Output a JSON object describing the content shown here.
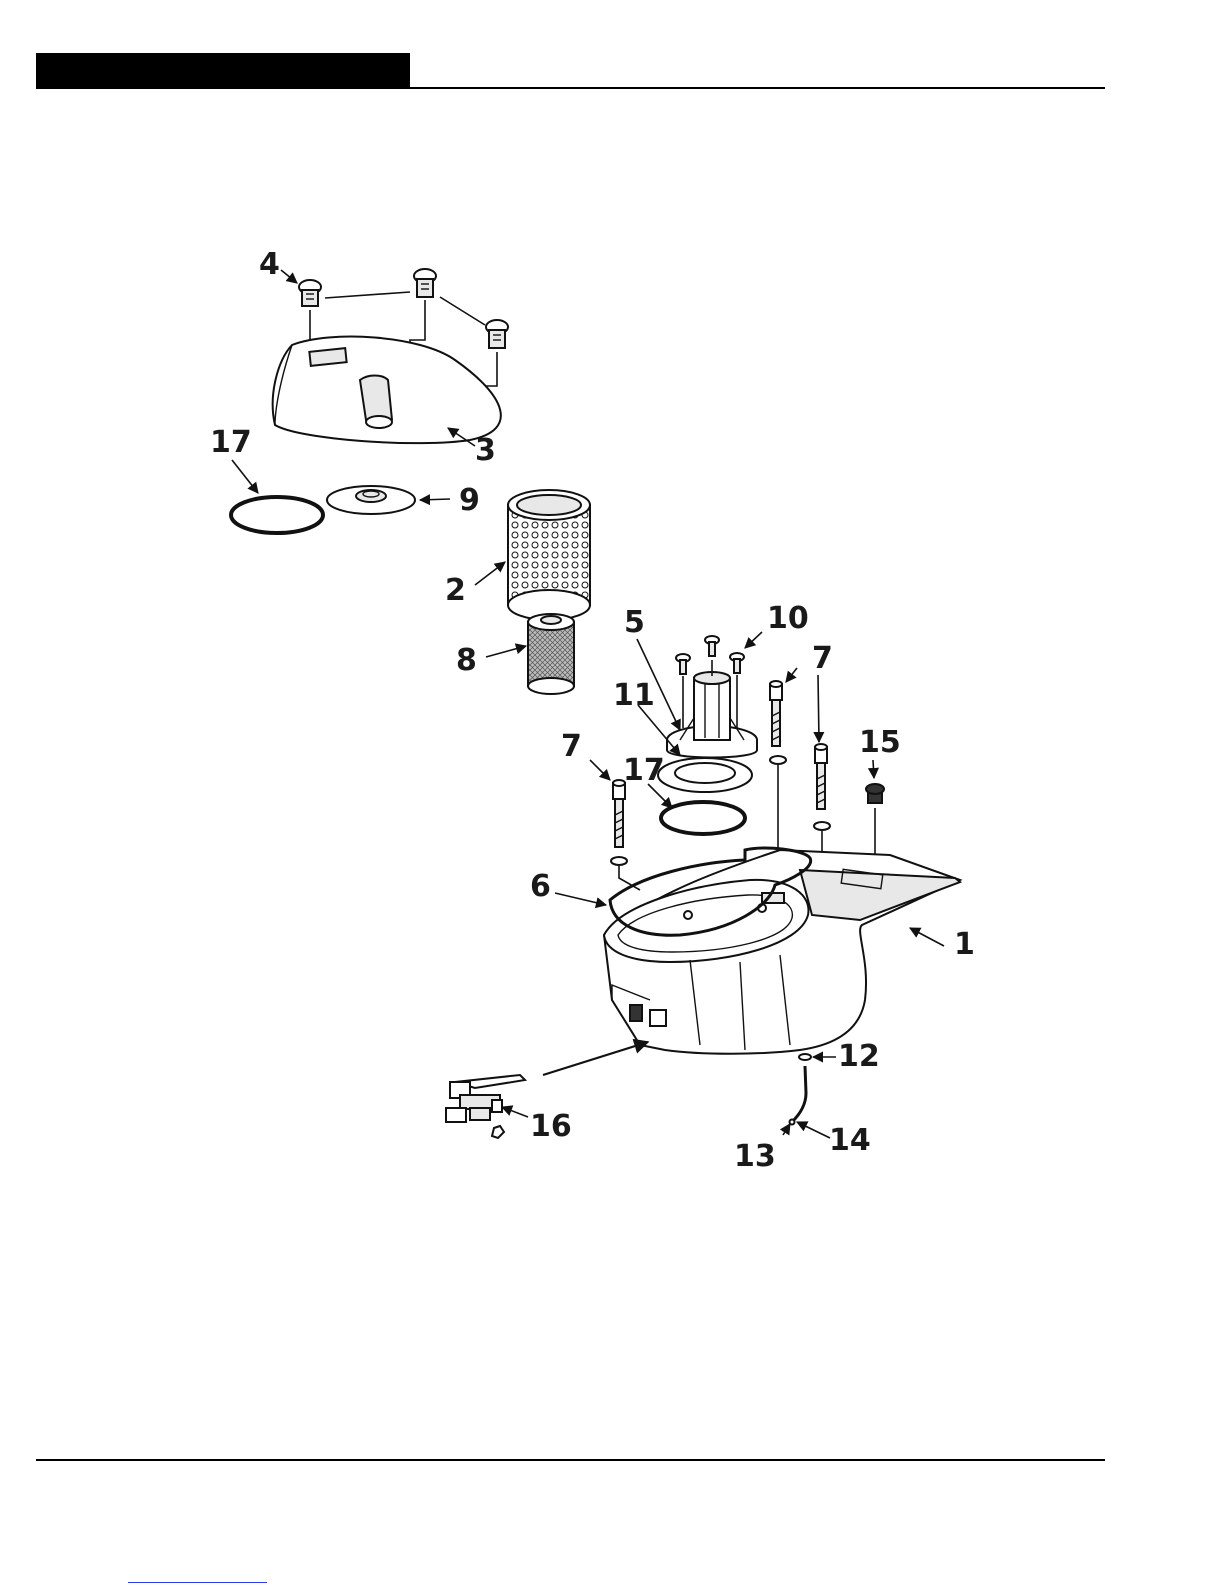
{
  "diagram": {
    "callouts": {
      "c1": "1",
      "c2": "2",
      "c3": "3",
      "c4": "4",
      "c5": "5",
      "c6": "6",
      "c7a": "7",
      "c7b": "7",
      "c8": "8",
      "c9": "9",
      "c10": "10",
      "c11": "11",
      "c12": "12",
      "c13": "13",
      "c14": "14",
      "c15": "15",
      "c16": "16",
      "c17a": "17",
      "c17b": "17"
    }
  },
  "colors": {
    "header_bar": "#000000",
    "rule": "#000000",
    "footer_link": "#2c3ee0"
  }
}
